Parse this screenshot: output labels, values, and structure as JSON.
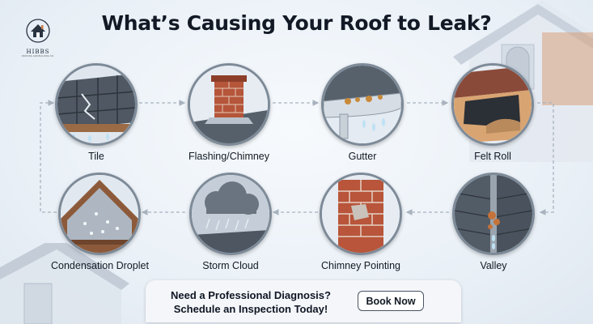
{
  "title": "What’s Causing Your Roof to Leak?",
  "logo": {
    "brand": "HIBBS",
    "tagline": "ROOFING AND BUILDING CO."
  },
  "causes": [
    {
      "label": "Tile",
      "icon": "broken-tile-icon"
    },
    {
      "label": "Flashing/Chimney",
      "icon": "chimney-flashing-icon"
    },
    {
      "label": "Gutter",
      "icon": "gutter-icon"
    },
    {
      "label": "Felt Roll",
      "icon": "felt-roll-icon"
    },
    {
      "label": "Valley",
      "icon": "roof-valley-icon"
    },
    {
      "label": "Chimney Pointing",
      "icon": "chimney-pointing-icon"
    },
    {
      "label": "Storm Cloud",
      "icon": "storm-cloud-icon"
    },
    {
      "label": "Condensation Droplet",
      "icon": "condensation-droplet-icon"
    }
  ],
  "cta": {
    "line1": "Need a Professional Diagnosis?",
    "line2": "Schedule an Inspection Today!",
    "button_label": "Book Now"
  },
  "colors": {
    "frame": "#7d8a98",
    "text": "#131a26",
    "brick": "#b5553a",
    "slate": "#4b5561",
    "sky": "#eef3f8"
  }
}
